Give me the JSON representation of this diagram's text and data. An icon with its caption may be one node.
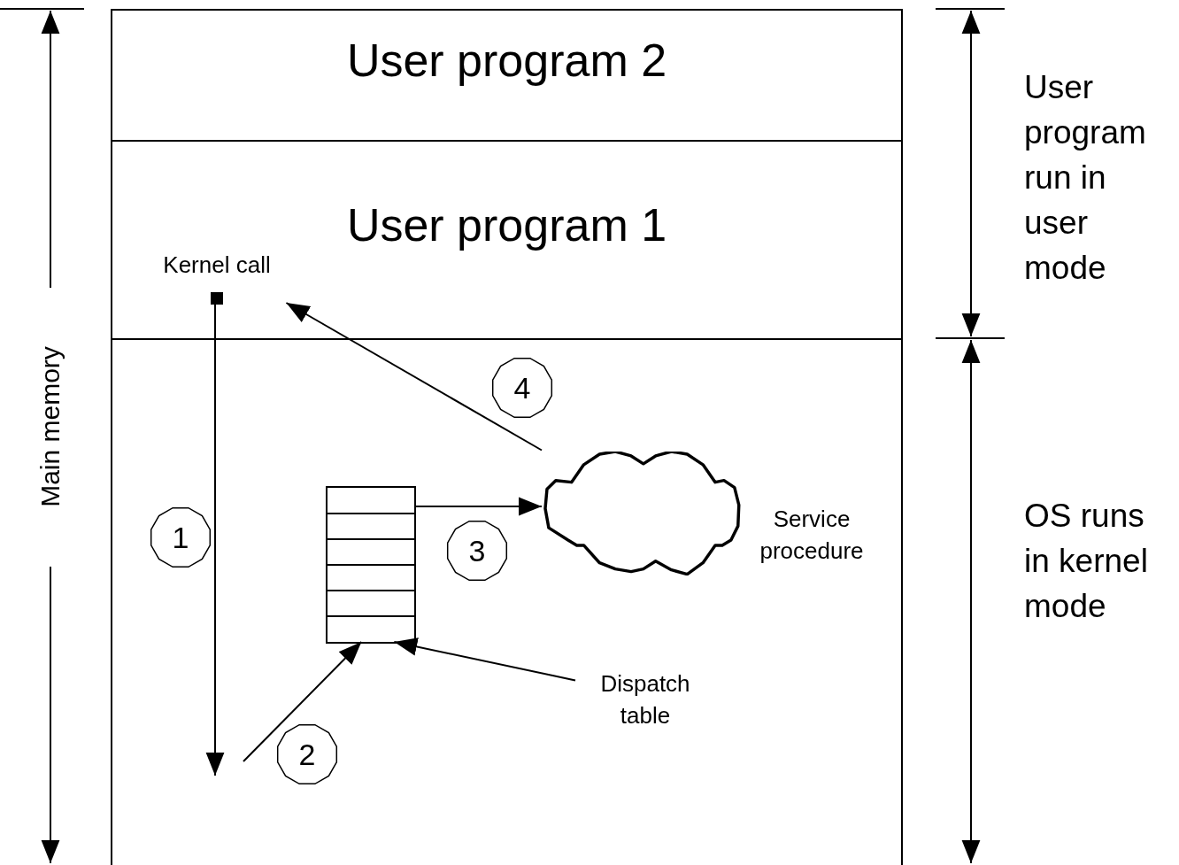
{
  "diagram": {
    "nodes": [
      {
        "text": [
          "User program 2"
        ]
      },
      {
        "text": [
          "User program 1"
        ]
      },
      {
        "text": [
          "Kernel call"
        ],
        "in": 1
      },
      {
        "text": [],
        "shape": "box"
      },
      {
        "text": [
          "4"
        ],
        "in": 3
      },
      {
        "text": [
          "Service procedure"
        ],
        "in": 3
      },
      {
        "text": [
          "1"
        ],
        "in": 3
      },
      {
        "text": [],
        "shape": "box",
        "in": 3
      },
      {
        "text": [
          "3"
        ],
        "in": 3
      },
      {
        "text": [
          "Dispatch table"
        ],
        "in": 3
      },
      {
        "text": [
          "2"
        ],
        "in": 3
      }
    ],
    "edges": [
      {
        "from": 2,
        "to": null,
        "arrow": "to"
      },
      {
        "from": null,
        "to": 7,
        "arrow": "to"
      },
      {
        "from": 7,
        "to": 5,
        "arrow": "to"
      },
      {
        "from": 5,
        "to": 2,
        "arrow": "to"
      },
      {
        "from": 9,
        "to": 7,
        "arrow": "to"
      }
    ],
    "labels": [
      "Main memory",
      "User program run in user mode",
      "OS runs in kernel mode"
    ]
  }
}
